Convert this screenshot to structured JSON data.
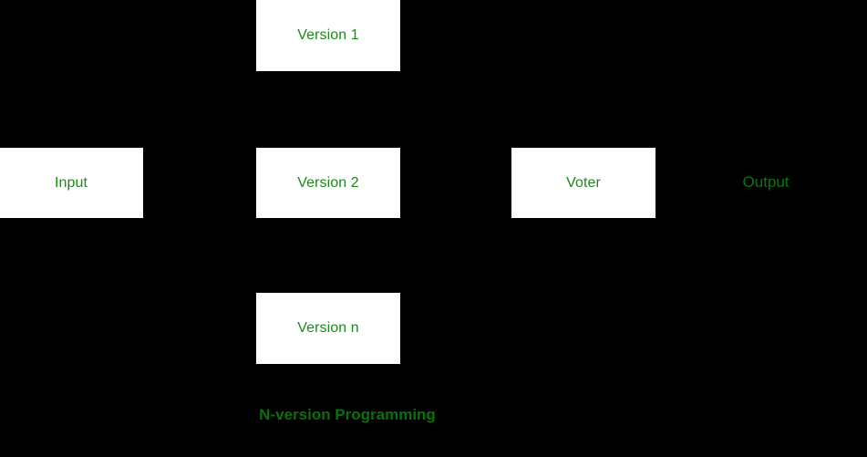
{
  "diagram": {
    "title": "N-version Programming",
    "background_color": "#000000",
    "node_fill_color": "#ffffff",
    "node_border_color": "#000000",
    "node_text_color": "#1a8a1a",
    "output_text_color": "#0b760b",
    "caption_text_color": "#0a700a",
    "connector_color": "#000000",
    "nodes": [
      {
        "id": "input",
        "label": "Input"
      },
      {
        "id": "version-1",
        "label": "Version 1"
      },
      {
        "id": "version-2",
        "label": "Version 2"
      },
      {
        "id": "version-n",
        "label": "Version n"
      },
      {
        "id": "voter",
        "label": "Voter"
      }
    ],
    "labels": [
      {
        "id": "output",
        "label": "Output"
      }
    ],
    "caption": "N-version Programming"
  }
}
